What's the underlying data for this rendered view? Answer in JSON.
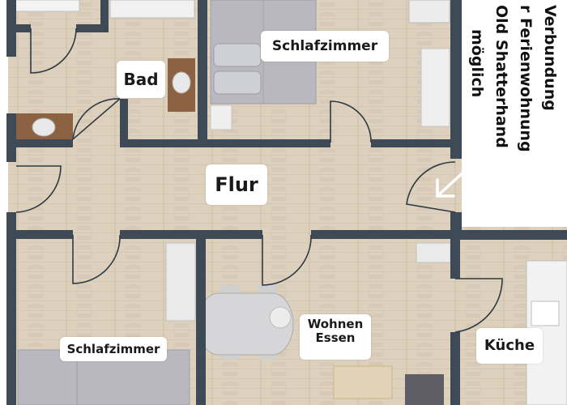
{
  "rooms": {
    "schlafzimmer_top": "Schlafzimmer",
    "bad": "Bad",
    "flur": "Flur",
    "wohnen_line1": "Wohnen",
    "wohnen_line2": "Essen",
    "schlafzimmer_bottom": "Schlafzimmer",
    "kueche": "Küche"
  },
  "note": {
    "line1": "Verbundung",
    "line2": "r Ferienwohnung",
    "line3": "Old Shatterhand",
    "line4": "möglich"
  },
  "colors": {
    "floor": "#ddd0bd",
    "floor_plank": "#cdbfa9",
    "wall": "#3e4a55",
    "bed": "#b9b8c0",
    "furniture": "#e6e6e6",
    "wood": "#8c6242"
  }
}
